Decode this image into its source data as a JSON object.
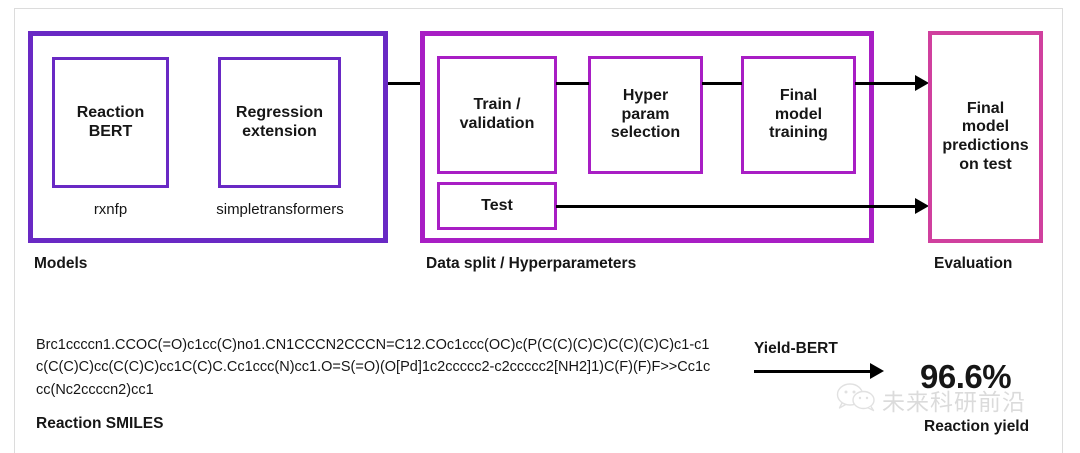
{
  "diagram": {
    "groups": [
      {
        "id": "models",
        "label": "Models",
        "border_color": "#6929c4",
        "nodes": [
          {
            "id": "reaction-bert",
            "label": "Reaction\nBERT",
            "caption": "rxnfp"
          },
          {
            "id": "regression-extension",
            "label": "Regression\nextension",
            "caption": "simpletransformers"
          }
        ]
      },
      {
        "id": "data-split",
        "label": "Data split / Hyperparameters",
        "border_color": "#a81ec4",
        "nodes": [
          {
            "id": "train-validation",
            "label": "Train /\nvalidation"
          },
          {
            "id": "hyper-param-selection",
            "label": "Hyper\nparam\nselection"
          },
          {
            "id": "final-model-training",
            "label": "Final\nmodel\ntraining"
          },
          {
            "id": "test",
            "label": "Test"
          }
        ]
      },
      {
        "id": "evaluation",
        "label": "Evaluation",
        "border_color": "#d0409e",
        "nodes": [
          {
            "id": "final-model-predictions",
            "label": "Final\nmodel\npredictions\non test"
          }
        ]
      }
    ]
  },
  "example": {
    "smiles": "Brc1ccccn1.CCOC(=O)c1cc(C)no1.CN1CCCN2CCCN=C12.COc1ccc(OC)c(P(C(C)(C)C)C(C)(C)C)c1-c1c(C(C)C)cc(C(C)C)cc1C(C)C.Cc1ccc(N)cc1.O=S(=O)(O[Pd]1c2ccccc2-c2ccccc2[NH2]1)C(F)(F)F>>Cc1ccc(Nc2ccccn2)cc1",
    "smiles_label": "Reaction SMILES",
    "model_arrow_label": "Yield-BERT",
    "yield_value": "96.6%",
    "yield_label": "Reaction yield"
  },
  "watermark": {
    "icon": "wechat-icon",
    "text": "未来科研前沿"
  },
  "colors": {
    "models_purple": "#6929c4",
    "data_split_purple": "#a81ec4",
    "evaluation_pink": "#d0409e",
    "connector_black": "#000000",
    "text": "#161616"
  }
}
